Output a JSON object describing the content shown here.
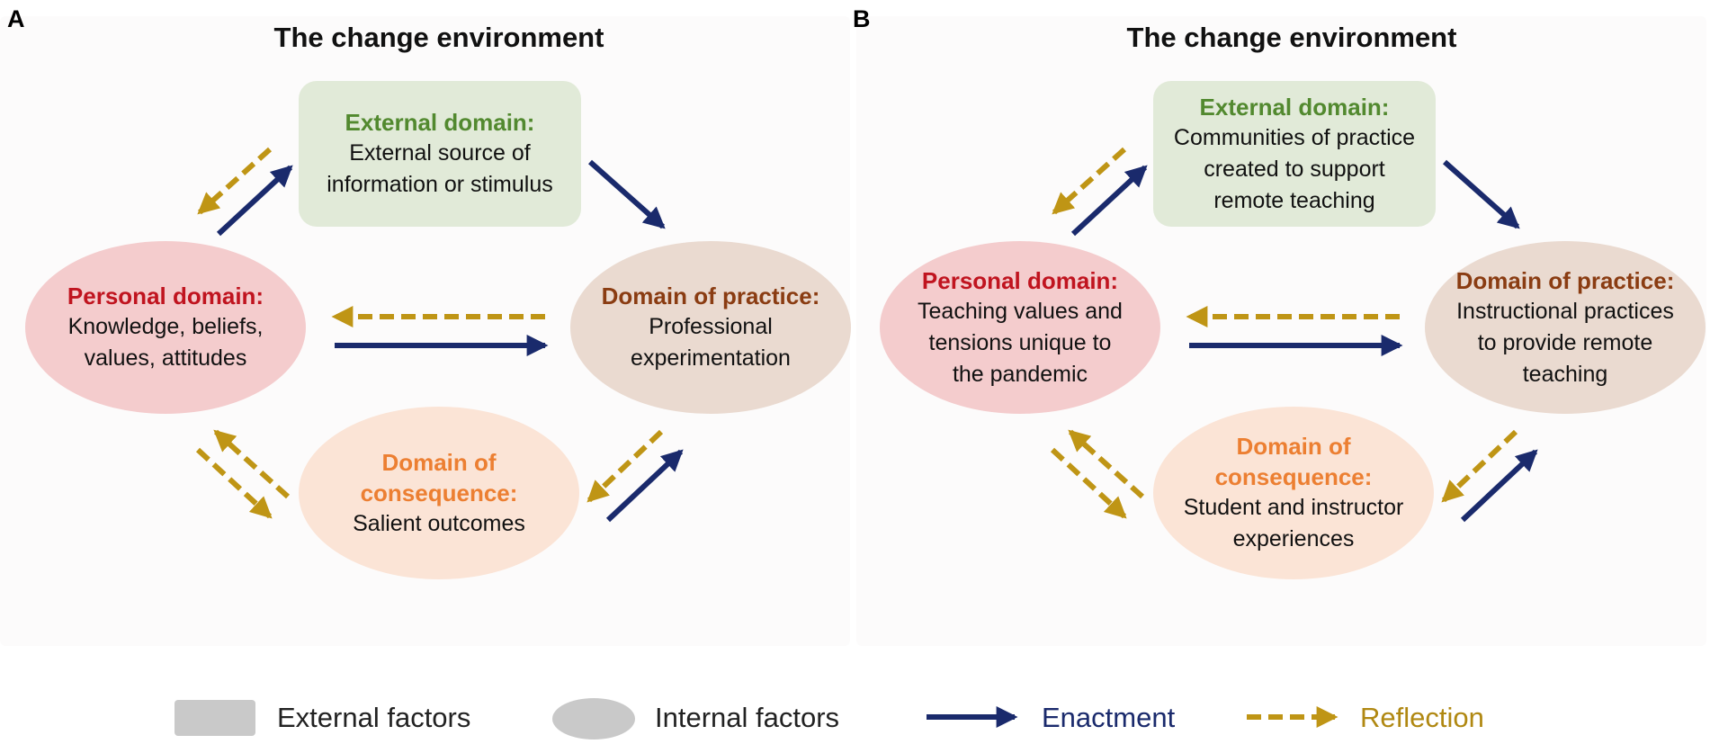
{
  "panels": [
    {
      "letter": "A",
      "title": "The change environment",
      "external": {
        "title": "External domain:",
        "body": "External source of\ninformation or stimulus"
      },
      "personal": {
        "title": "Personal domain:",
        "body": "Knowledge, beliefs,\nvalues, attitudes"
      },
      "practice": {
        "title": "Domain of practice:",
        "body": "Professional\nexperimentation"
      },
      "consequence": {
        "title": "Domain of\nconsequence:",
        "body": "Salient outcomes"
      }
    },
    {
      "letter": "B",
      "title": "The change environment",
      "external": {
        "title": "External domain:",
        "body": "Communities of practice\ncreated to support\nremote teaching"
      },
      "personal": {
        "title": "Personal domain:",
        "body": "Teaching values and\ntensions unique to\nthe pandemic"
      },
      "practice": {
        "title": "Domain of practice:",
        "body": "Instructional practices\nto provide remote\nteaching"
      },
      "consequence": {
        "title": "Domain of\nconsequence:",
        "body": "Student and instructor\nexperiences"
      }
    }
  ],
  "legend": {
    "external_factors": "External factors",
    "internal_factors": "Internal factors",
    "enactment": "Enactment",
    "reflection": "Reflection"
  },
  "colors": {
    "enactment": "#1a2a6c",
    "reflection": "#bf9515",
    "external_bg": "#e1ead8",
    "personal_bg": "#f4cccd",
    "practice_bg": "#eadad0",
    "consequence_bg": "#fbe4d6",
    "legend_shape": "#c9c9c9"
  }
}
